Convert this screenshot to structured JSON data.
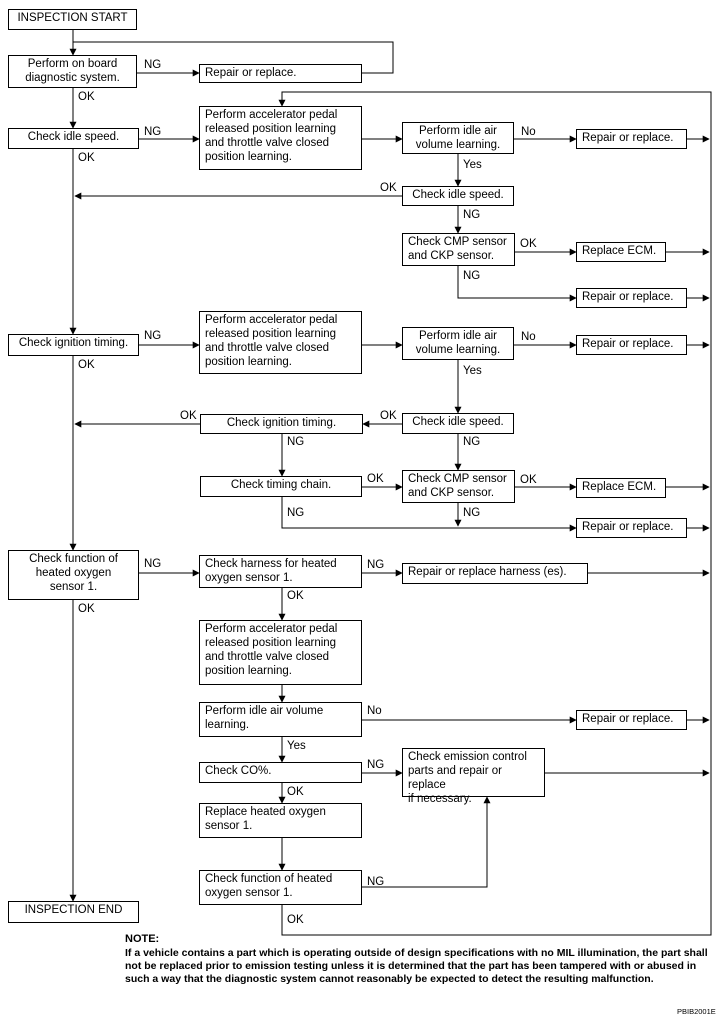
{
  "boxes": {
    "inspection_start": "INSPECTION START",
    "perform_obd": "Perform on board\ndiagnostic system.",
    "repair_replace_1": "Repair or replace.",
    "check_idle_speed_1": "Check idle speed.",
    "pedal_learning_1": "Perform accelerator pedal\nreleased position learning\nand throttle valve closed\nposition learning.",
    "idle_air_learning_1": "Perform idle air\nvolume learning.",
    "repair_replace_2": "Repair or replace.",
    "check_idle_speed_2": "Check idle speed.",
    "check_cmp_ckp_1": "Check CMP sensor\nand CKP sensor.",
    "replace_ecm_1": "Replace ECM.",
    "repair_replace_3": "Repair or replace.",
    "check_ign_timing_1": "Check ignition timing.",
    "pedal_learning_2": "Perform accelerator pedal\nreleased position learning\nand throttle valve closed\nposition learning.",
    "idle_air_learning_2": "Perform idle air\nvolume learning.",
    "repair_replace_4": "Repair or replace.",
    "check_ign_timing_2": "Check ignition timing.",
    "check_idle_speed_3": "Check idle speed.",
    "check_timing_chain": "Check timing chain.",
    "check_cmp_ckp_2": "Check CMP sensor\nand CKP sensor.",
    "replace_ecm_2": "Replace ECM.",
    "repair_replace_5": "Repair or replace.",
    "check_ho2s_function_1": "Check function of\nheated oxygen\nsensor 1.",
    "check_harness": "Check harness for heated\noxygen sensor 1.",
    "repair_harness": "Repair or replace harness (es).",
    "pedal_learning_3": "Perform accelerator pedal\nreleased position learning\nand throttle valve closed\nposition learning.",
    "idle_air_learning_3": "Perform idle air volume\nlearning.",
    "repair_replace_6": "Repair or replace.",
    "check_co": "Check CO%.",
    "check_emission": "Check emission control\nparts and repair or replace\nif necessary.",
    "replace_ho2s": "Replace heated oxygen\nsensor 1.",
    "check_ho2s_function_2": "Check function of heated\noxygen sensor 1.",
    "inspection_end": "INSPECTION END"
  },
  "labels": {
    "ng": "NG",
    "ok": "OK",
    "yes": "Yes",
    "no": "No"
  },
  "note": {
    "title": "NOTE:",
    "text": "If a vehicle contains a part which is operating outside of design specifications with no MIL illumination, the part shall not be replaced prior to emission testing unless it is determined that the part has been tampered with or abused in such a way that the diagnostic system cannot reasonably be expected to detect the resulting malfunction."
  },
  "figure_code": "PBIB2001E"
}
